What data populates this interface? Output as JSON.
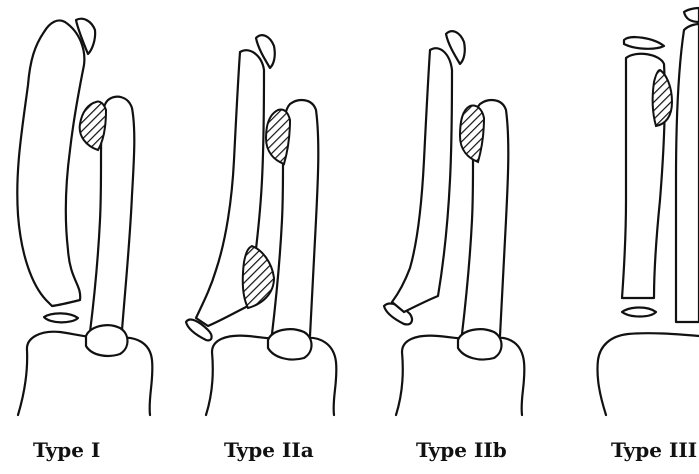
{
  "figure": {
    "panels": [
      {
        "caption": "Type I"
      },
      {
        "caption": "Type IIa"
      },
      {
        "caption": "Type IIb"
      },
      {
        "caption": "Type III"
      }
    ]
  },
  "colors": {
    "line": "#111111",
    "background": "#ffffff"
  }
}
